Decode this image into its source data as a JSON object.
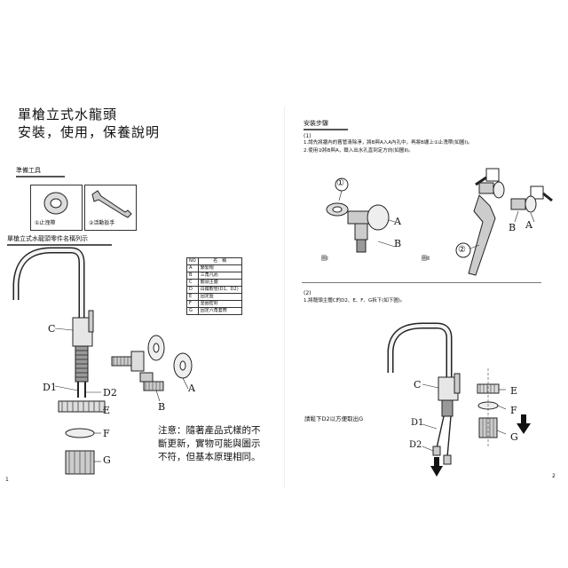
{
  "left": {
    "title_line1": "單槍立式水龍頭",
    "title_line2": "安裝，使用，保養說明",
    "tools_heading": "準備工具",
    "tool1_caption": "①止洩帶",
    "tool2_caption": "②活動扳手",
    "parts_heading": "單槍立式水龍頭零件名稱列示",
    "table": {
      "headers": [
        "NO",
        "名　稱"
      ],
      "rows": [
        [
          "A",
          "鎖緊帽"
        ],
        [
          "B",
          "三角凡而"
        ],
        [
          "C",
          "龍頭主體"
        ],
        [
          "D",
          "白鐵軟管(D1、D2)"
        ],
        [
          "E",
          "固定盤"
        ],
        [
          "F",
          "墊圈密封"
        ],
        [
          "G",
          "固定六角套筒"
        ]
      ]
    },
    "labels": {
      "C": "C",
      "D1": "D1",
      "D2": "D2",
      "E": "E",
      "F": "F",
      "G": "G",
      "A": "A",
      "B": "B"
    },
    "note": "注意：隨著產品式樣的不斷更新，實物可能與圖示不符，但基本原理相同。",
    "page_number": "1"
  },
  "right": {
    "steps_heading": "安裝步驟",
    "step1_num": "(1)",
    "step1_line1": "1.請先將牆內的舊管清除淨，將B與A入A內孔中，再將B纏上①止洩帶(如圖Ⅰ)。",
    "step1_line2": "2.使用②將B與A，鎖入出水孔直到定方向(如圖Ⅱ)。",
    "fig1_label": "圖Ⅰ",
    "fig2_label": "圖Ⅱ",
    "circle1": "①",
    "circle2": "②",
    "step2_num": "(2)",
    "step2_line": "1.將龍頭主體C的D2、E、F、G拆下(如下圖)。",
    "remove_note": "請鬆下D2以方便取出G",
    "labels": {
      "A": "A",
      "B": "B",
      "C": "C",
      "D1": "D1",
      "D2": "D2",
      "E": "E",
      "F": "F",
      "G": "G"
    },
    "page_number": "2"
  }
}
